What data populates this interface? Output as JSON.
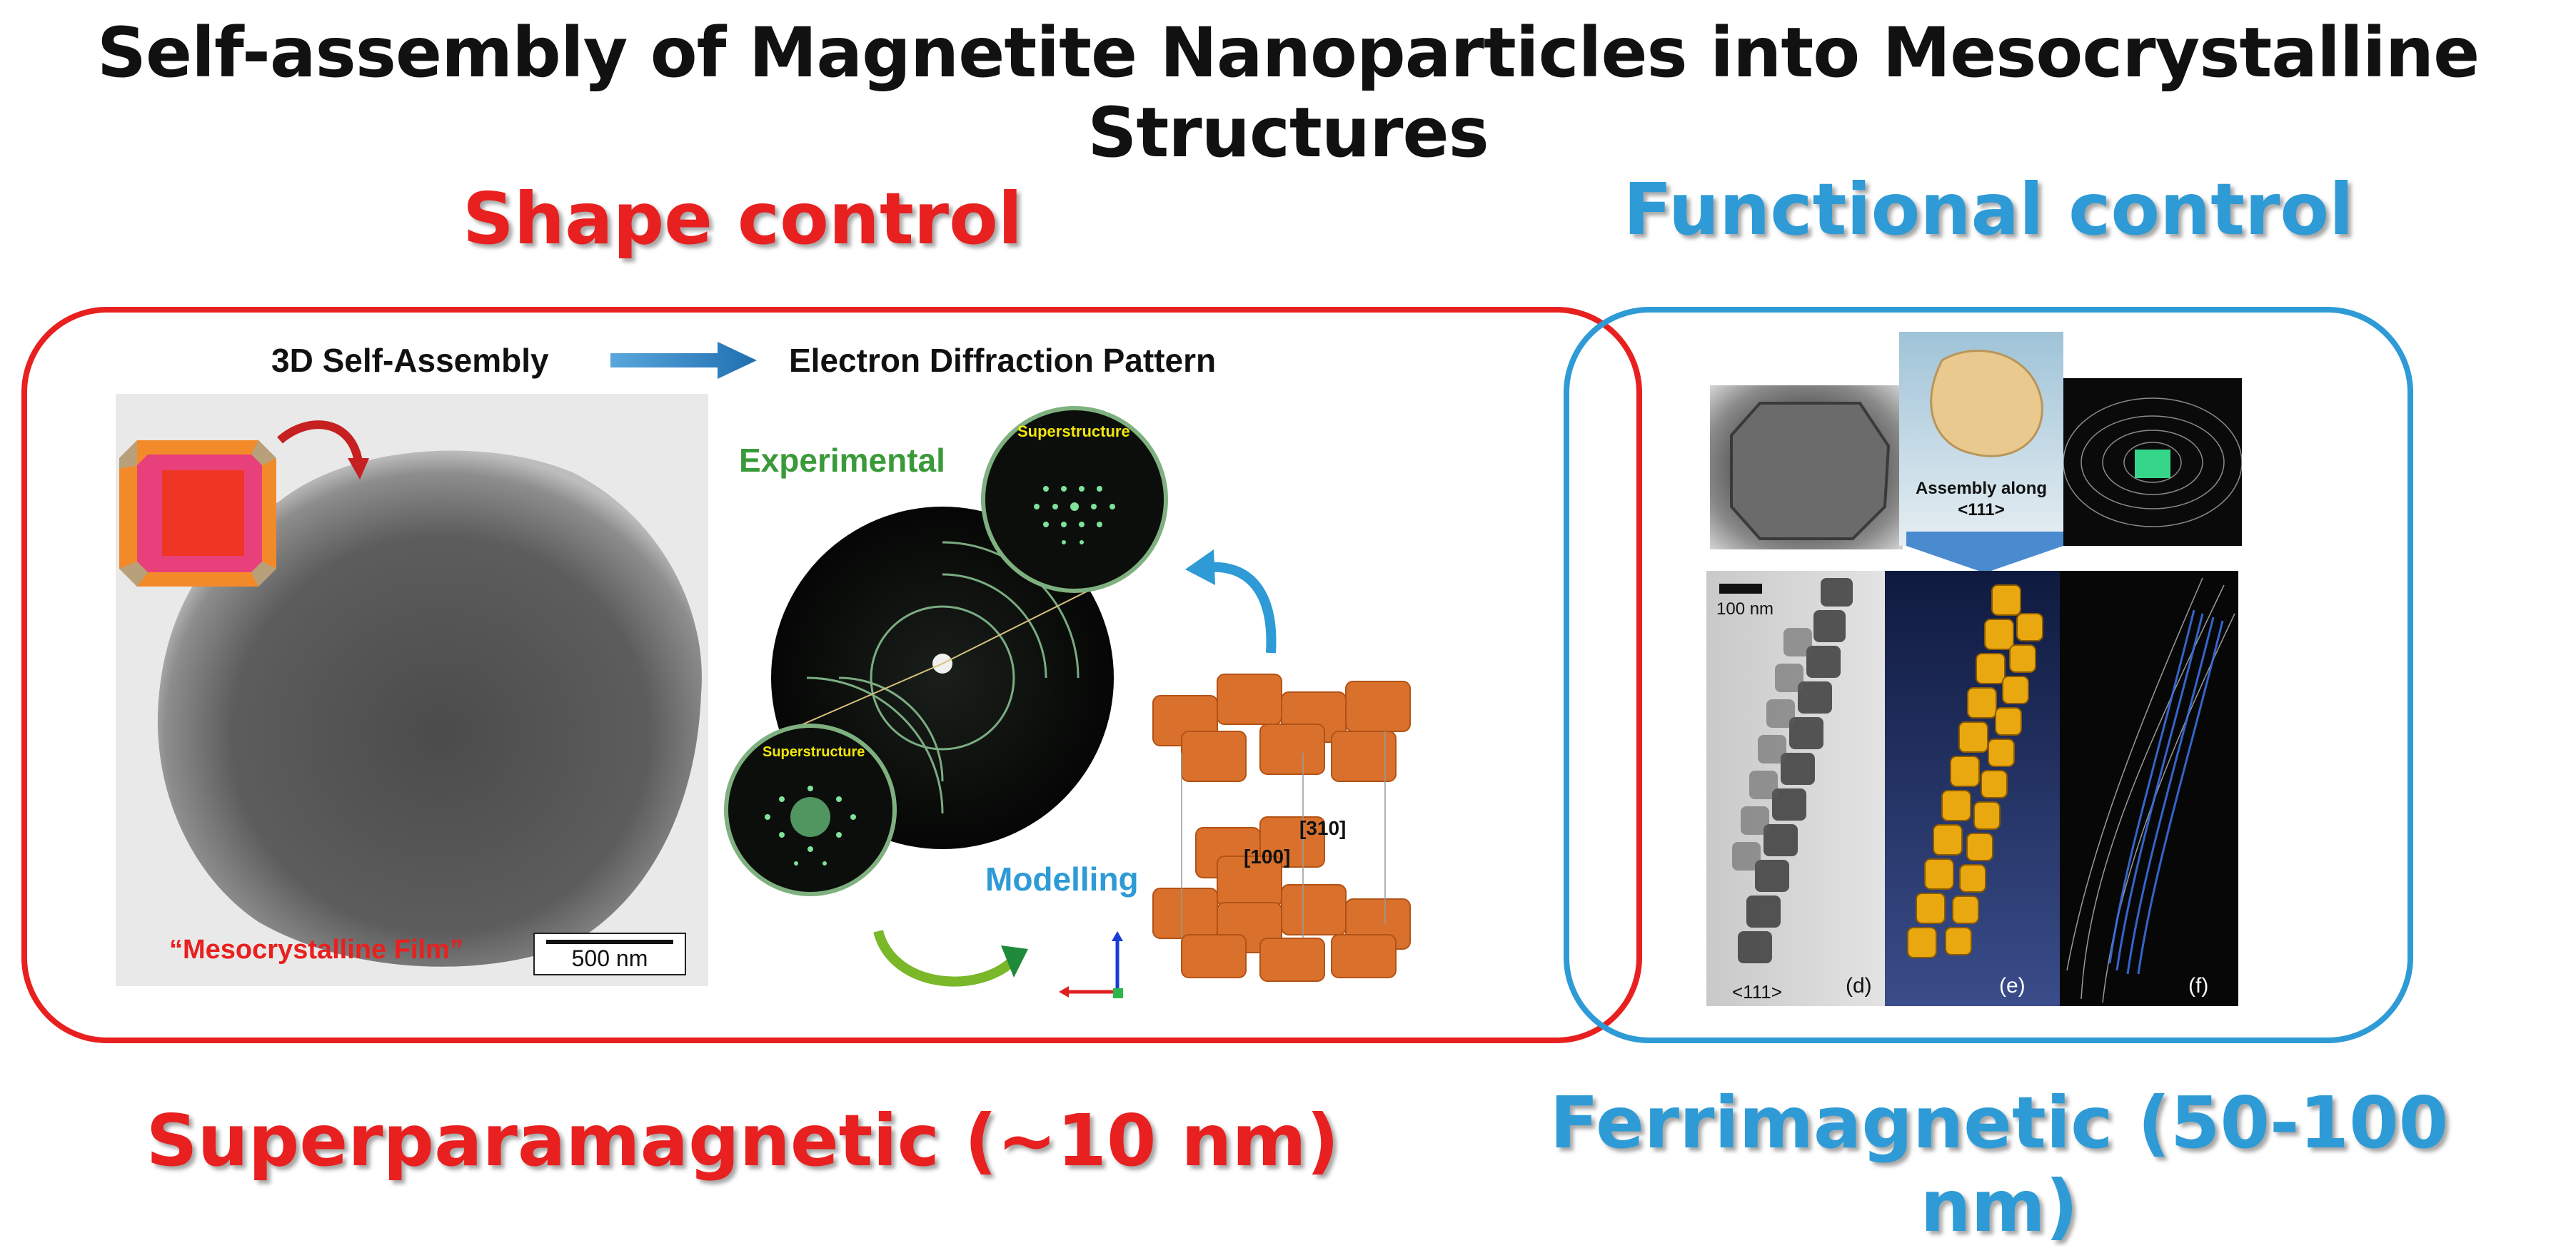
{
  "title": "Self-assembly of Magnetite Nanoparticles into Mesocrystalline Structures",
  "left": {
    "heading": "Shape control",
    "footer": "Superparamagnetic (~10 nm)",
    "label_assembly": "3D Self-Assembly",
    "label_diffraction": "Electron Diffraction Pattern",
    "label_experimental": "Experimental",
    "label_superstructure_top": "Superstructure",
    "label_superstructure_bottom": "Superstructure",
    "label_modelling": "Modelling",
    "label_film": "“Mesocrystalline Film”",
    "scale_bar": "500 nm",
    "dir_310": "[310]",
    "dir_100": "[100]"
  },
  "right": {
    "heading": "Functional control",
    "footer": "Ferrimagnetic (50-100 nm)",
    "assembly_along": "Assembly along",
    "assembly_dir": "<111>",
    "scale_bar": "100 nm",
    "chain_dir": "<111>",
    "label_d": "(d)",
    "label_e": "(e)",
    "label_f": "(f)"
  },
  "colors": {
    "red": "#e8201f",
    "blue": "#2e9bd6",
    "green": "#3a9a3a"
  }
}
